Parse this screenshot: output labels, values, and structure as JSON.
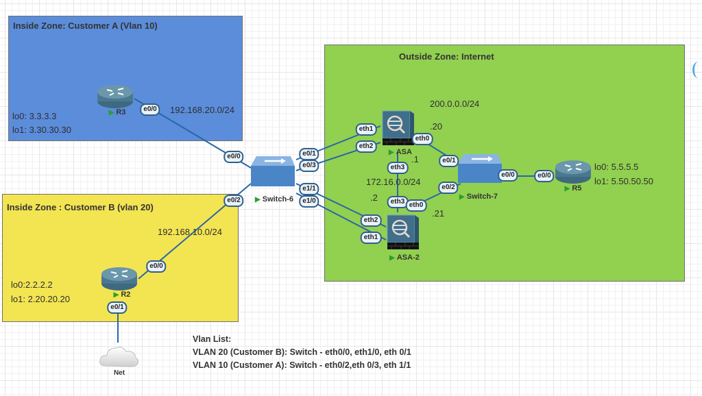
{
  "zones": {
    "customer_a": {
      "title": "Inside Zone: Customer A (Vlan 10)",
      "color": "#5b8ddb"
    },
    "customer_b": {
      "title": "Inside Zone : Customer B (vlan 20)",
      "color": "#f3e452"
    },
    "outside": {
      "title": "Outside Zone: Internet",
      "color": "#92d050"
    }
  },
  "nodes": {
    "r3": {
      "label": "R3",
      "type": "router",
      "loopbacks": [
        "lo0: 3.3.3.3",
        "lo1: 3.30.30.30"
      ]
    },
    "r2": {
      "label": "R2",
      "type": "router",
      "loopbacks": [
        "lo0:2.2.2.2",
        "lo1: 2.20.20.20"
      ]
    },
    "r5": {
      "label": "R5",
      "type": "router",
      "loopbacks": [
        "lo0: 5.5.5.5",
        "lo1: 5.50.50.50"
      ]
    },
    "switch6": {
      "label": "Switch-6",
      "type": "switch"
    },
    "switch7": {
      "label": "Switch-7",
      "type": "switch"
    },
    "asa": {
      "label": "ASA",
      "type": "firewall"
    },
    "asa2": {
      "label": "ASA-2",
      "type": "firewall"
    },
    "net": {
      "label": "Net",
      "type": "cloud"
    }
  },
  "subnets": {
    "cust_a": "192.168.20.0/24",
    "cust_b": "192.168.10.0/24",
    "outside": "200.0.0.0/24",
    "asa_link": "172.16.0.0/24"
  },
  "host_ids": {
    "asa_outside": ".20",
    "asa2_outside": ".21",
    "asa_inter": ".1",
    "asa2_inter": ".2"
  },
  "interfaces": {
    "r3_e0_0": "e0/0",
    "sw6_e0_0": "e0/0",
    "sw6_e0_2": "e0/2",
    "sw6_e0_1": "e0/1",
    "sw6_e0_3": "e0/3",
    "sw6_e1_1": "e1/1",
    "sw6_e1_0": "e1/0",
    "asa_eth1": "eth1",
    "asa_eth2": "eth2",
    "asa_eth0": "eth0",
    "asa_eth3": "eth3",
    "asa2_eth3": "eth3",
    "asa2_eth0": "eth0",
    "asa2_eth2": "eth2",
    "asa2_eth1": "eth1",
    "sw7_e0_1": "e0/1",
    "sw7_e0_2": "e0/2",
    "sw7_e0_0": "e0/0",
    "r5_e0_0": "e0/0",
    "r2_e0_0": "e0/0",
    "r2_e0_1": "e0/1"
  },
  "vlan_list": {
    "title": "Vlan List:",
    "lines": [
      "VLAN 20 (Customer B): Switch - eth0/0, eth1/0, eth 0/1",
      "VLAN 10 (Customer A): Switch - eth0/2,eth 0/3, eth 1/1"
    ]
  },
  "run_indicator": "▶"
}
